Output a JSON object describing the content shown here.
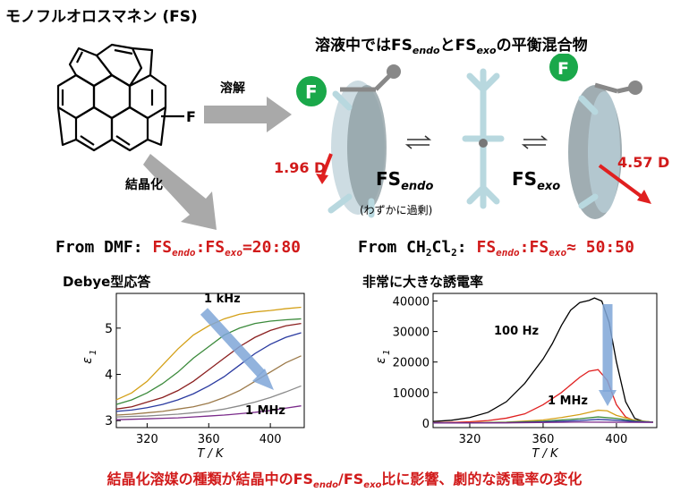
{
  "header": {
    "title": "モノフルオロスマネン (FS)",
    "solution_prefix": "溶液中では",
    "solution_mid": "と",
    "solution_suffix": "の平衡混合物",
    "fs": "FS",
    "endo": "endo",
    "exo": "exo"
  },
  "molecule": {
    "fluorine_label": "F",
    "dissolve_label": "溶解",
    "crystallize_label": "結晶化"
  },
  "equilibrium": {
    "atom_f": "F",
    "dipole_endo": "1.96 D",
    "dipole_exo": "4.57 D",
    "endo_note": "(わずかに過剰)"
  },
  "conditions": {
    "left_prefix": "From DMF: ",
    "left_ratio": "=20:80",
    "right_prefix_a": "From CH",
    "right_prefix_sub": "2",
    "right_prefix_b": "Cl",
    "right_prefix_sub2": "2",
    "right_prefix_c": ": ",
    "right_ratio": "≈ 50:50",
    "colon": ":"
  },
  "panel_left": {
    "title": "Debye型応答",
    "label_top": "1 kHz",
    "label_bottom": "1 MHz",
    "ylabel": "ε",
    "ylabel_sub": "1",
    "xlabel": "T / K"
  },
  "panel_right": {
    "title": "非常に大きな誘電率",
    "label_top": "100 Hz",
    "label_bottom": "1 MHz",
    "ylabel": "ε",
    "ylabel_sub": "1",
    "xlabel": "T / K"
  },
  "footer": {
    "text_a": "結晶化溶媒の種類が結晶中の",
    "text_b": "比に影響、劇的な誘電率の変化",
    "slash": "/"
  },
  "colors": {
    "accent_red": "#d11a1a",
    "arrow_blue": "#7fa6d8",
    "fluorine_green": "#1aa84a"
  },
  "chart_data": [
    {
      "type": "line",
      "title": "Debye型応答",
      "xlabel": "T / K",
      "ylabel": "ε1",
      "xlim": [
        300,
        422
      ],
      "ylim": [
        2.85,
        5.75
      ],
      "xticks": [
        320,
        360,
        400
      ],
      "yticks": [
        3,
        4,
        5
      ],
      "series": [
        {
          "name": "1 kHz",
          "color": "#d4a017",
          "x": [
            300,
            310,
            320,
            330,
            340,
            350,
            360,
            370,
            380,
            390,
            400,
            410,
            420
          ],
          "values": [
            3.45,
            3.6,
            3.85,
            4.2,
            4.55,
            4.85,
            5.05,
            5.2,
            5.3,
            5.35,
            5.38,
            5.42,
            5.45
          ]
        },
        {
          "color": "#3b8a3b",
          "x": [
            300,
            310,
            320,
            330,
            340,
            350,
            360,
            370,
            380,
            390,
            400,
            410,
            420
          ],
          "values": [
            3.35,
            3.45,
            3.6,
            3.8,
            4.05,
            4.35,
            4.6,
            4.85,
            5.0,
            5.1,
            5.15,
            5.18,
            5.2
          ]
        },
        {
          "color": "#8b2020",
          "x": [
            300,
            310,
            320,
            330,
            340,
            350,
            360,
            370,
            380,
            390,
            400,
            410,
            420
          ],
          "values": [
            3.25,
            3.3,
            3.4,
            3.5,
            3.65,
            3.85,
            4.1,
            4.35,
            4.6,
            4.8,
            4.95,
            5.05,
            5.1
          ]
        },
        {
          "color": "#2a3aa0",
          "x": [
            300,
            310,
            320,
            330,
            340,
            350,
            360,
            370,
            380,
            390,
            400,
            410,
            420
          ],
          "values": [
            3.2,
            3.23,
            3.28,
            3.35,
            3.45,
            3.58,
            3.75,
            3.95,
            4.2,
            4.45,
            4.65,
            4.8,
            4.9
          ]
        },
        {
          "color": "#9c7a4a",
          "x": [
            300,
            310,
            320,
            330,
            340,
            350,
            360,
            370,
            380,
            390,
            400,
            410,
            420
          ],
          "values": [
            3.12,
            3.14,
            3.17,
            3.2,
            3.25,
            3.3,
            3.38,
            3.5,
            3.65,
            3.85,
            4.05,
            4.25,
            4.4
          ]
        },
        {
          "color": "#8a8a8a",
          "x": [
            300,
            310,
            320,
            330,
            340,
            350,
            360,
            370,
            380,
            390,
            400,
            410,
            420
          ],
          "values": [
            3.08,
            3.09,
            3.1,
            3.12,
            3.14,
            3.17,
            3.2,
            3.25,
            3.32,
            3.4,
            3.5,
            3.62,
            3.75
          ]
        },
        {
          "name": "1 MHz",
          "color": "#7a2a8a",
          "x": [
            300,
            310,
            320,
            330,
            340,
            350,
            360,
            370,
            380,
            390,
            400,
            410,
            420
          ],
          "values": [
            3.02,
            3.03,
            3.04,
            3.05,
            3.06,
            3.08,
            3.1,
            3.12,
            3.15,
            3.18,
            3.22,
            3.27,
            3.32
          ]
        }
      ]
    },
    {
      "type": "line",
      "title": "非常に大きな誘電率",
      "xlabel": "T / K",
      "ylabel": "ε1",
      "xlim": [
        300,
        422
      ],
      "ylim": [
        -1500,
        42500
      ],
      "xticks": [
        320,
        360,
        400
      ],
      "yticks": [
        0,
        10000,
        20000,
        30000,
        40000
      ],
      "series": [
        {
          "name": "100 Hz",
          "color": "#000000",
          "x": [
            300,
            310,
            320,
            330,
            340,
            350,
            360,
            365,
            370,
            375,
            380,
            385,
            388,
            392,
            396,
            400,
            405,
            410,
            415,
            420
          ],
          "values": [
            500,
            900,
            1800,
            3500,
            7000,
            13000,
            21000,
            26000,
            32000,
            37000,
            39500,
            40200,
            41000,
            40000,
            33000,
            20000,
            7000,
            1500,
            500,
            300
          ]
        },
        {
          "color": "#e02020",
          "x": [
            300,
            310,
            320,
            330,
            340,
            350,
            360,
            370,
            380,
            385,
            390,
            395,
            400,
            405,
            410,
            420
          ],
          "values": [
            100,
            200,
            400,
            800,
            1600,
            3000,
            6000,
            10000,
            15000,
            17000,
            17500,
            14000,
            6000,
            2000,
            700,
            300
          ]
        },
        {
          "color": "#d4a017",
          "x": [
            300,
            320,
            340,
            360,
            370,
            380,
            385,
            390,
            395,
            400,
            410,
            420
          ],
          "values": [
            50,
            100,
            300,
            1000,
            1800,
            2800,
            3500,
            4200,
            4000,
            2500,
            900,
            300
          ]
        },
        {
          "color": "#3b8a3b",
          "x": [
            300,
            320,
            340,
            360,
            380,
            390,
            400,
            410,
            420
          ],
          "values": [
            40,
            80,
            200,
            600,
            1400,
            2000,
            1500,
            700,
            300
          ]
        },
        {
          "color": "#2a3aa0",
          "x": [
            300,
            320,
            340,
            360,
            380,
            390,
            400,
            410,
            420
          ],
          "values": [
            20,
            50,
            120,
            350,
            800,
            1200,
            900,
            500,
            250
          ]
        },
        {
          "name": "1 MHz",
          "color": "#7a2a8a",
          "x": [
            300,
            340,
            380,
            420
          ],
          "values": [
            10,
            60,
            300,
            200
          ]
        }
      ]
    }
  ]
}
